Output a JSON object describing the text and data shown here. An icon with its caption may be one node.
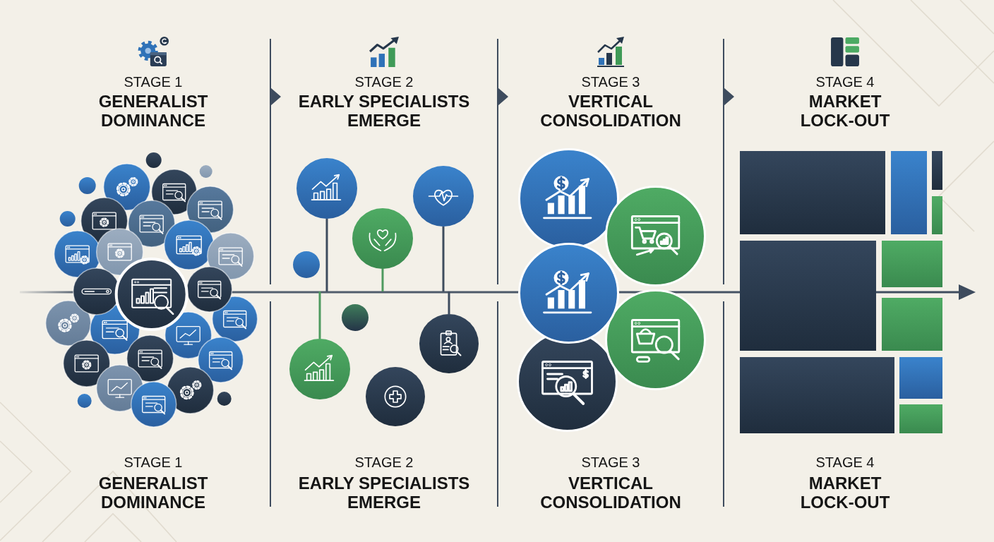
{
  "diagram": {
    "labels": [
      "STAGE 1",
      "GENERALIST DOMINANCE",
      "STAGE 2",
      "EARLY SPECIALISTS EMERGE",
      "STAGE 3",
      "VERTICAL CONSOLIDATION",
      "STAGE 4",
      "MARKET LOCK-OUT",
      "STAGE 1",
      "GENERALIST DOMINANCE",
      "STAGE 2",
      "EARLY SPECIALISTS EMERGE",
      "STAGE 3",
      "VERTICAL CONSOLIDATION",
      "STAGE 4",
      "MARKET LOCK-OUT"
    ]
  }
}
